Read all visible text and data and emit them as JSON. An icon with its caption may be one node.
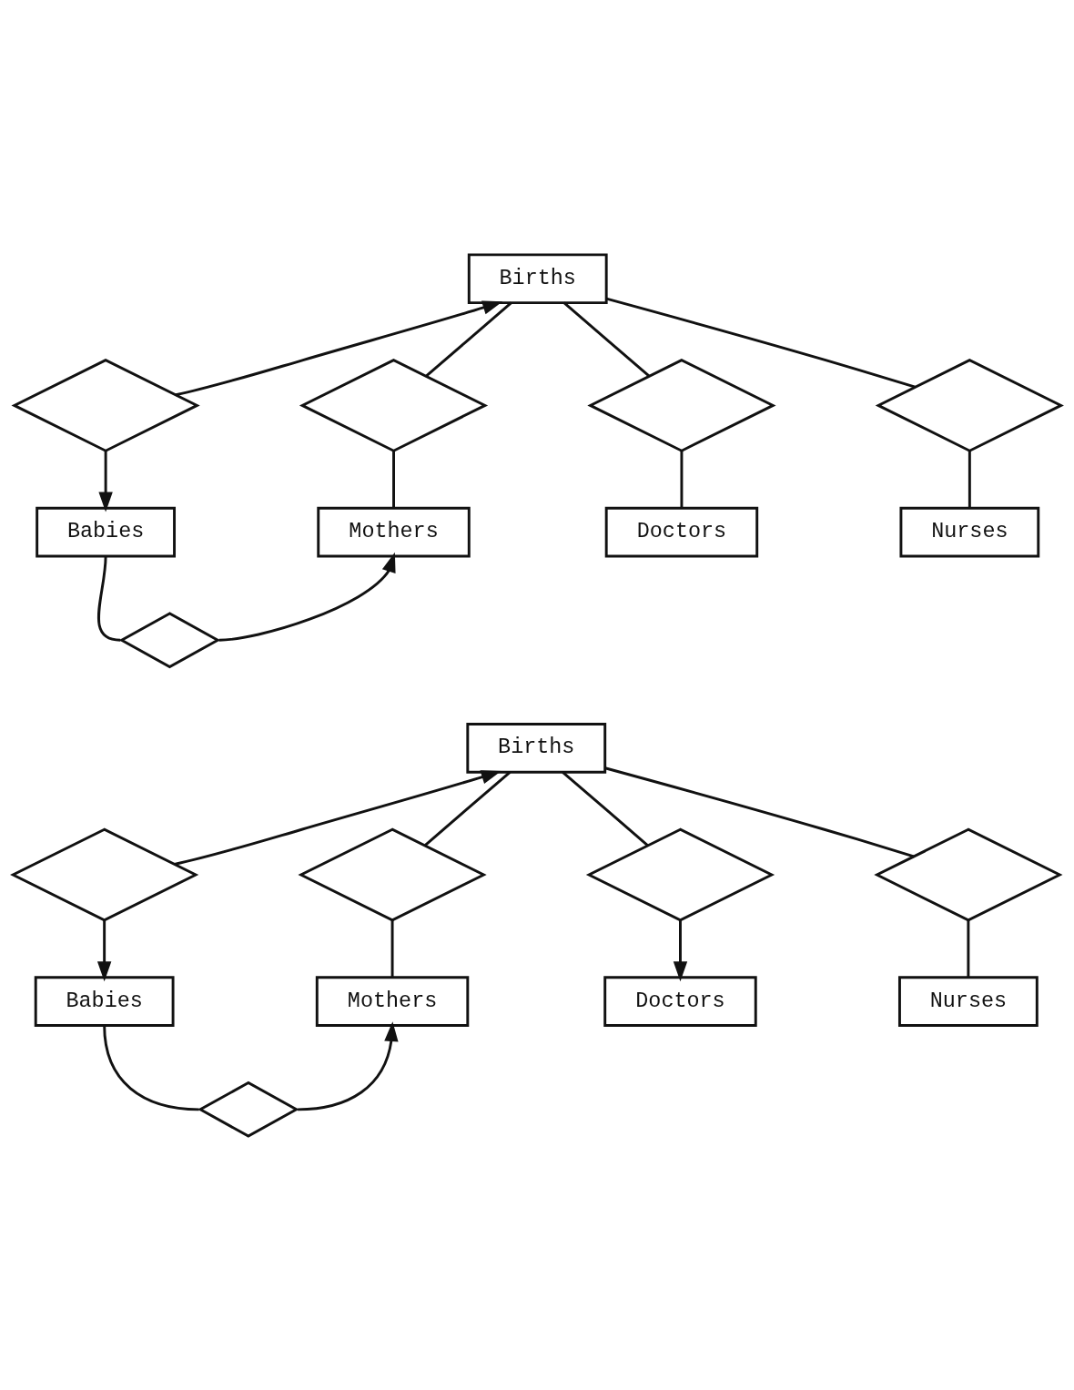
{
  "diagram": {
    "nodes": [
      {
        "text": [
          "Births"
        ]
      },
      {
        "text": [],
        "shape": "diamond"
      },
      {
        "text": [],
        "shape": "diamond"
      },
      {
        "text": [],
        "shape": "diamond"
      },
      {
        "text": [],
        "shape": "diamond"
      },
      {
        "text": [
          "Babies"
        ]
      },
      {
        "text": [
          "Mothers"
        ]
      },
      {
        "text": [
          "Doctors"
        ]
      },
      {
        "text": [
          "Nurses"
        ]
      },
      {
        "text": [],
        "shape": "diamond"
      },
      {
        "text": [
          "Births"
        ]
      },
      {
        "text": [],
        "shape": "diamond"
      },
      {
        "text": [],
        "shape": "diamond"
      },
      {
        "text": [],
        "shape": "diamond"
      },
      {
        "text": [],
        "shape": "diamond"
      },
      {
        "text": [
          "Babies"
        ]
      },
      {
        "text": [
          "Mothers"
        ]
      },
      {
        "text": [
          "Doctors"
        ]
      },
      {
        "text": [
          "Nurses"
        ]
      },
      {
        "text": [],
        "shape": "diamond"
      }
    ],
    "edges": [
      {
        "from": 1,
        "to": 0,
        "arrow": "to"
      },
      {
        "from": 0,
        "to": 2,
        "arrow": "none"
      },
      {
        "from": 0,
        "to": 3,
        "arrow": "none"
      },
      {
        "from": 0,
        "to": 4,
        "arrow": "none"
      },
      {
        "from": 1,
        "to": 5,
        "arrow": "to"
      },
      {
        "from": 2,
        "to": 6,
        "arrow": "none"
      },
      {
        "from": 3,
        "to": 7,
        "arrow": "none"
      },
      {
        "from": 4,
        "to": 8,
        "arrow": "none"
      },
      {
        "from": 5,
        "to": 9,
        "arrow": "none"
      },
      {
        "from": 9,
        "to": 6,
        "arrow": "to"
      },
      {
        "from": 11,
        "to": 10,
        "arrow": "to"
      },
      {
        "from": 10,
        "to": 12,
        "arrow": "none"
      },
      {
        "from": 10,
        "to": 13,
        "arrow": "none"
      },
      {
        "from": 10,
        "to": 14,
        "arrow": "none"
      },
      {
        "from": 11,
        "to": 15,
        "arrow": "to"
      },
      {
        "from": 12,
        "to": 16,
        "arrow": "none"
      },
      {
        "from": 13,
        "to": 17,
        "arrow": "to"
      },
      {
        "from": 14,
        "to": 18,
        "arrow": "none"
      },
      {
        "from": 15,
        "to": 19,
        "arrow": "none"
      },
      {
        "from": 19,
        "to": 16,
        "arrow": "to"
      }
    ]
  }
}
